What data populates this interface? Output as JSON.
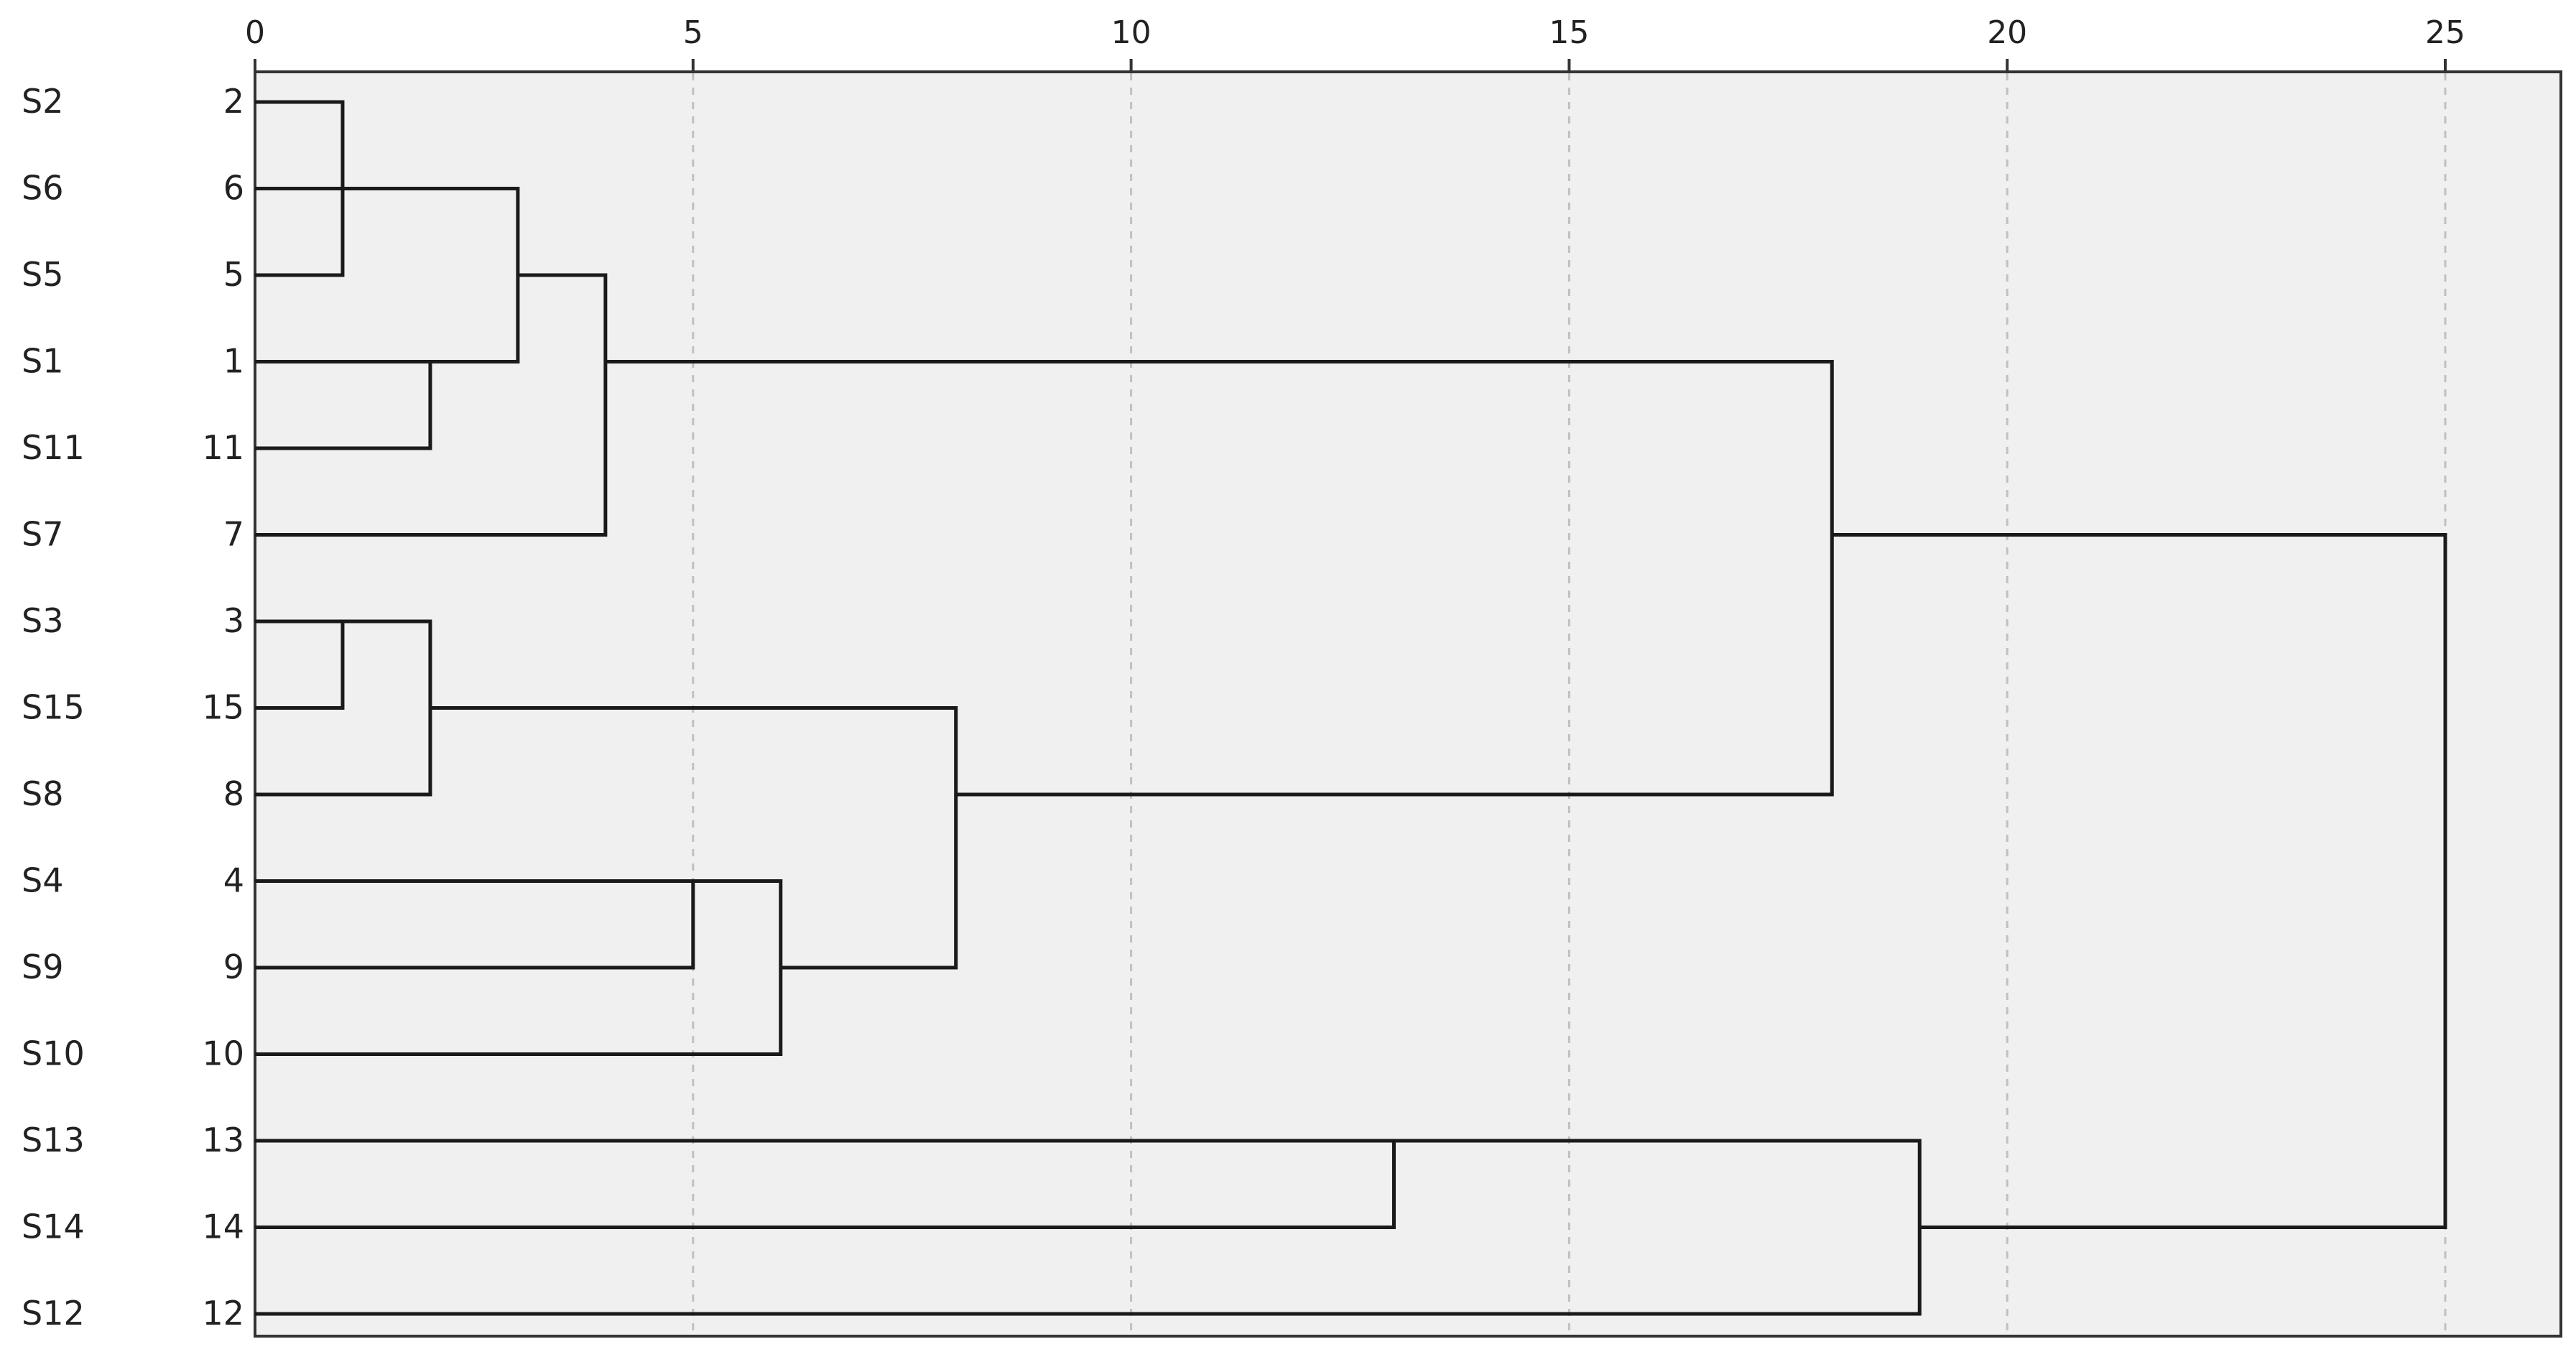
{
  "chart_data": {
    "type": "dendrogram",
    "orientation": "horizontal",
    "x_ticks": [
      0,
      5,
      10,
      15,
      20,
      25
    ],
    "xlim": [
      0,
      26.2
    ],
    "grid": true,
    "leaves": [
      {
        "label": "S2",
        "id": "2"
      },
      {
        "label": "S6",
        "id": "6"
      },
      {
        "label": "S5",
        "id": "5"
      },
      {
        "label": "S1",
        "id": "1"
      },
      {
        "label": "S11",
        "id": "11"
      },
      {
        "label": "S7",
        "id": "7"
      },
      {
        "label": "S3",
        "id": "3"
      },
      {
        "label": "S15",
        "id": "15"
      },
      {
        "label": "S8",
        "id": "8"
      },
      {
        "label": "S4",
        "id": "4"
      },
      {
        "label": "S9",
        "id": "9"
      },
      {
        "label": "S10",
        "id": "10"
      },
      {
        "label": "S13",
        "id": "13"
      },
      {
        "label": "S14",
        "id": "14"
      },
      {
        "label": "S12",
        "id": "12"
      }
    ],
    "merges": [
      {
        "id": "m1",
        "left": "2",
        "right": "5",
        "height": 1
      },
      {
        "id": "m2",
        "left": "3",
        "right": "15",
        "height": 1
      },
      {
        "id": "m3",
        "left": "1",
        "right": "11",
        "height": 2
      },
      {
        "id": "m4",
        "left": "m2",
        "right": "8",
        "height": 2
      },
      {
        "id": "m5",
        "left": "6",
        "right": "m1",
        "right_pos": "m3",
        "height": 3
      },
      {
        "id": "m6",
        "left": "m5",
        "right": "7",
        "height": 4
      },
      {
        "id": "m7",
        "left": "4",
        "right": "9",
        "height": 5
      },
      {
        "id": "m8",
        "left": "m7",
        "right": "10",
        "height": 6
      },
      {
        "id": "m9",
        "left": "m4",
        "right": "m8",
        "height": 8
      },
      {
        "id": "m10",
        "left": "13",
        "right": "14",
        "height": 13
      },
      {
        "id": "m11",
        "left": "m6",
        "right": "m9",
        "height": 18
      },
      {
        "id": "m12",
        "left": "m10",
        "right": "12",
        "height": 19
      },
      {
        "id": "m13",
        "left": "m11",
        "right": "m12",
        "height": 25
      }
    ],
    "segments": [
      {
        "name": "link-2-5",
        "from_leaf": "2",
        "to_leaf": "5",
        "height": 1
      },
      {
        "name": "link-6-group",
        "from_leaf": "6",
        "to_leaf": "1",
        "height": 3
      },
      {
        "name": "link-1-11",
        "from_leaf": "1",
        "to_leaf": "11",
        "height": 2
      },
      {
        "name": "link-top-group-7",
        "from_leaf": "5",
        "to_leaf": "7",
        "height": 4
      },
      {
        "name": "link-3-15",
        "from_leaf": "3",
        "to_leaf": "15",
        "height": 1
      },
      {
        "name": "link-3group-8",
        "from_leaf": "3",
        "to_leaf": "8",
        "height": 2
      },
      {
        "name": "link-4-9",
        "from_leaf": "4",
        "to_leaf": "9",
        "height": 5
      },
      {
        "name": "link-49-10",
        "from_leaf": "4",
        "to_leaf": "10",
        "height": 6
      },
      {
        "name": "link-mid-group",
        "from_leaf": "15",
        "to_leaf": "9",
        "height": 8
      },
      {
        "name": "link-13-14",
        "from_leaf": "13",
        "to_leaf": "14",
        "height": 13
      },
      {
        "name": "link-upper-lower",
        "from_leaf": "1",
        "to_leaf": "8",
        "height": 18
      },
      {
        "name": "link-1314-12",
        "from_leaf": "13",
        "to_leaf": "12",
        "height": 19
      },
      {
        "name": "link-root",
        "from_leaf": "7",
        "to_leaf": "14",
        "height": 25
      }
    ]
  }
}
